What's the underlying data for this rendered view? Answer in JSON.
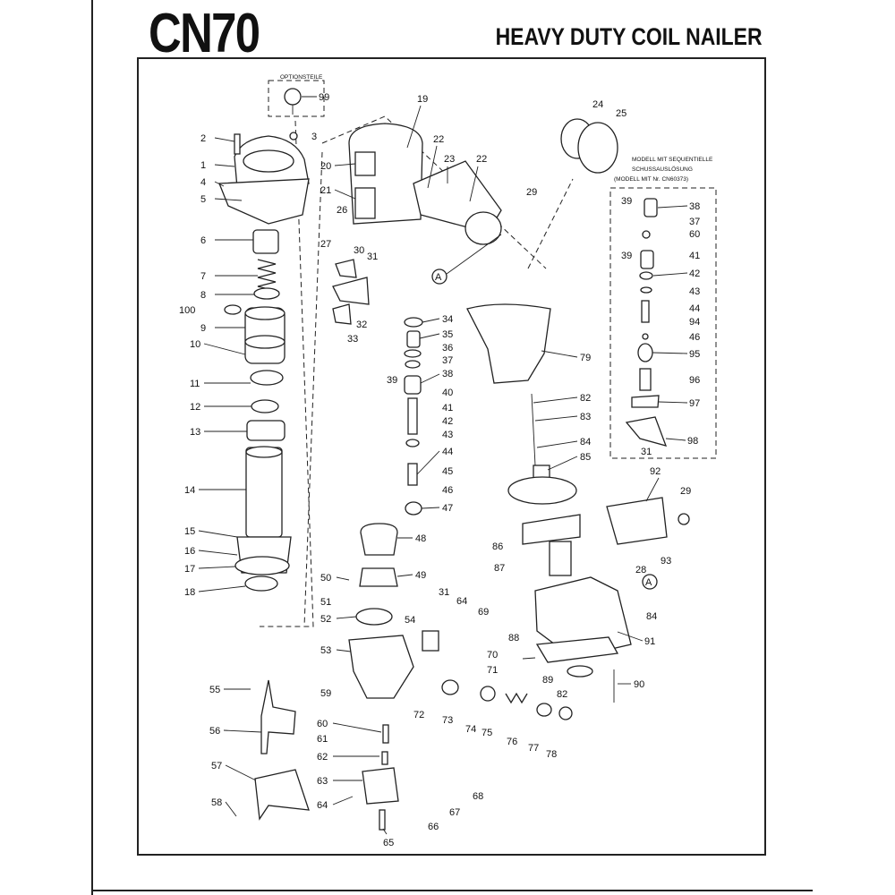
{
  "header": {
    "model": "CN70",
    "subtitle": "HEAVY DUTY COIL NAILER"
  },
  "notes": {
    "optional_parts": "OPTIONSTEILE",
    "sequential_line1": "MODELL MIT SEQUENTIELLE",
    "sequential_line2": "SCHUSSAUSLÖSUNG",
    "sequential_line3": "(MODELL MIT Nr. CN60373)",
    "marker": "A"
  },
  "callouts": [
    "99",
    "3",
    "2",
    "1",
    "4",
    "5",
    "6",
    "7",
    "8",
    "100",
    "9",
    "10",
    "11",
    "12",
    "13",
    "14",
    "15",
    "16",
    "17",
    "18",
    "19",
    "20",
    "21",
    "22",
    "23",
    "22",
    "26",
    "27",
    "30",
    "31",
    "32",
    "33",
    "24",
    "25",
    "29",
    "34",
    "35",
    "36",
    "37",
    "38",
    "39",
    "40",
    "41",
    "42",
    "43",
    "44",
    "45",
    "46",
    "47",
    "48",
    "49",
    "79",
    "82",
    "83",
    "84",
    "85",
    "86",
    "87",
    "39",
    "38",
    "37",
    "60",
    "39",
    "41",
    "42",
    "43",
    "44",
    "94",
    "46",
    "95",
    "96",
    "97",
    "98",
    "31",
    "92",
    "29",
    "28",
    "93",
    "A",
    "84",
    "91",
    "88",
    "89",
    "82",
    "90",
    "50",
    "51",
    "52",
    "53",
    "54",
    "64",
    "69",
    "31",
    "70",
    "71",
    "59",
    "72",
    "73",
    "74",
    "75",
    "76",
    "77",
    "78",
    "60",
    "61",
    "62",
    "63",
    "64",
    "65",
    "66",
    "67",
    "68",
    "55",
    "56",
    "57",
    "58"
  ]
}
